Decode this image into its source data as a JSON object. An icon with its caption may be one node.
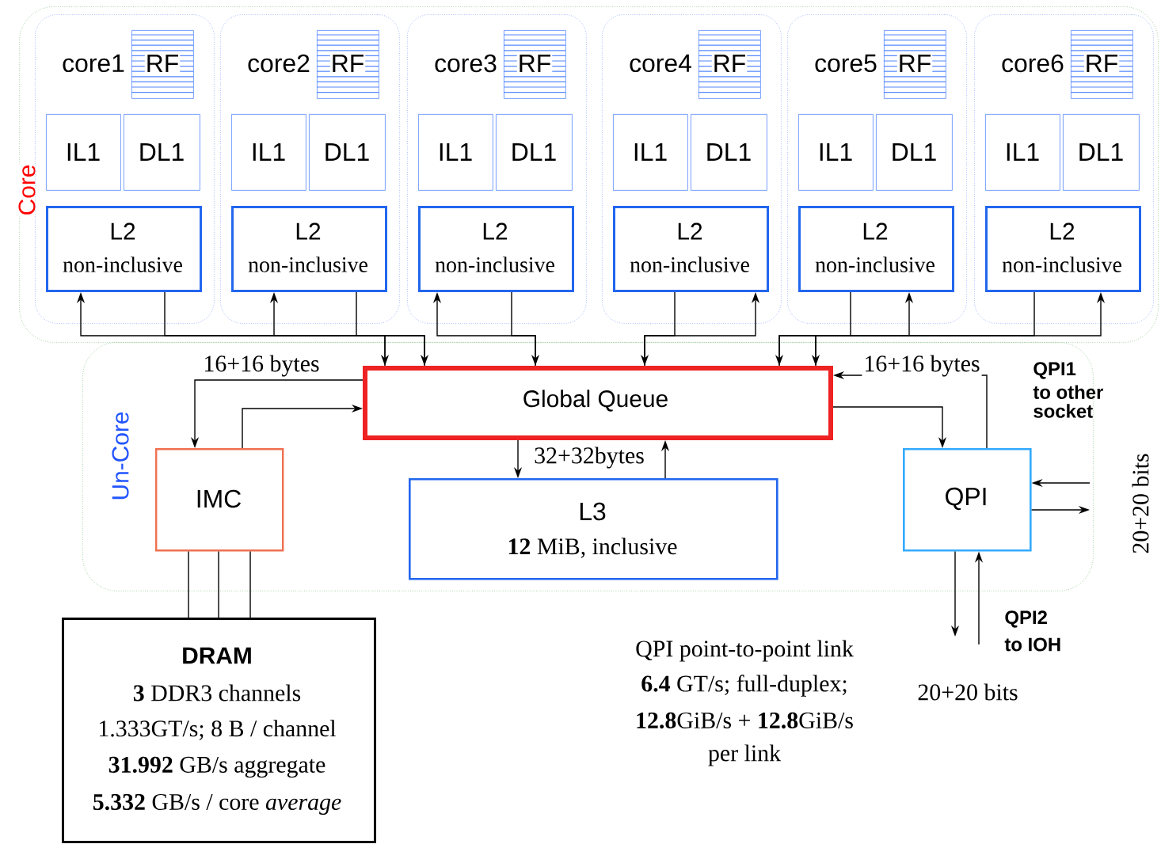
{
  "diagram": {
    "nodes": [
      {
        "text": [
          "Core"
        ]
      },
      {
        "text": [
          "core1"
        ],
        "in": 0
      },
      {
        "text": [
          "RF"
        ],
        "in": 1
      },
      {
        "text": [
          "IL1"
        ],
        "in": 1
      },
      {
        "text": [
          "DL1"
        ],
        "in": 1
      },
      {
        "text": [
          "L2",
          "non-inclusive"
        ],
        "in": 1
      },
      {
        "text": [
          "core2"
        ],
        "in": 0
      },
      {
        "text": [
          "RF"
        ],
        "in": 6
      },
      {
        "text": [
          "IL1"
        ],
        "in": 6
      },
      {
        "text": [
          "DL1"
        ],
        "in": 6
      },
      {
        "text": [
          "L2",
          "non-inclusive"
        ],
        "in": 6
      },
      {
        "text": [
          "core3"
        ],
        "in": 0
      },
      {
        "text": [
          "RF"
        ],
        "in": 11
      },
      {
        "text": [
          "IL1"
        ],
        "in": 11
      },
      {
        "text": [
          "DL1"
        ],
        "in": 11
      },
      {
        "text": [
          "L2",
          "non-inclusive"
        ],
        "in": 11
      },
      {
        "text": [
          "core4"
        ],
        "in": 0
      },
      {
        "text": [
          "RF"
        ],
        "in": 16
      },
      {
        "text": [
          "IL1"
        ],
        "in": 16
      },
      {
        "text": [
          "DL1"
        ],
        "in": 16
      },
      {
        "text": [
          "L2",
          "non-inclusive"
        ],
        "in": 16
      },
      {
        "text": [
          "core5"
        ],
        "in": 0
      },
      {
        "text": [
          "RF"
        ],
        "in": 21
      },
      {
        "text": [
          "IL1"
        ],
        "in": 21
      },
      {
        "text": [
          "DL1"
        ],
        "in": 21
      },
      {
        "text": [
          "L2",
          "non-inclusive"
        ],
        "in": 21
      },
      {
        "text": [
          "core6"
        ],
        "in": 0
      },
      {
        "text": [
          "RF"
        ],
        "in": 26
      },
      {
        "text": [
          "IL1"
        ],
        "in": 26
      },
      {
        "text": [
          "DL1"
        ],
        "in": 26
      },
      {
        "text": [
          "L2",
          "non-inclusive"
        ],
        "in": 26
      },
      {
        "text": [
          "Un-Core"
        ]
      },
      {
        "text": [
          "Global Queue"
        ],
        "in": 31
      },
      {
        "text": [
          "IMC"
        ],
        "in": 31
      },
      {
        "text": [
          "L3",
          "**12** MiB, inclusive"
        ],
        "in": 31
      },
      {
        "text": [
          "QPI"
        ],
        "in": 31
      },
      {
        "text": [
          "DRAM",
          "**3** DDR3 channels",
          "1.333GT/s; 8 B / channel",
          "**31.992** GB/s aggregate",
          "**5.332** GB/s / core *average*"
        ]
      }
    ],
    "edges": [
      {
        "from": 5,
        "to": 32,
        "arrow": "to"
      },
      {
        "from": 32,
        "to": 5,
        "arrow": "to"
      },
      {
        "from": 10,
        "to": 32,
        "arrow": "to"
      },
      {
        "from": 32,
        "to": 10,
        "arrow": "to"
      },
      {
        "from": 15,
        "to": 32,
        "arrow": "to"
      },
      {
        "from": 32,
        "to": 15,
        "arrow": "to"
      },
      {
        "from": 20,
        "to": 32,
        "arrow": "to"
      },
      {
        "from": 32,
        "to": 20,
        "arrow": "to"
      },
      {
        "from": 25,
        "to": 32,
        "arrow": "to"
      },
      {
        "from": 32,
        "to": 25,
        "arrow": "to"
      },
      {
        "from": 30,
        "to": 32,
        "arrow": "to"
      },
      {
        "from": 32,
        "to": 30,
        "arrow": "to"
      },
      {
        "from": 32,
        "to": 33,
        "arrow": "to",
        "label": "16+16 bytes"
      },
      {
        "from": 33,
        "to": 32,
        "arrow": "to"
      },
      {
        "from": 32,
        "to": 34,
        "arrow": "to",
        "label": "32+32bytes"
      },
      {
        "from": 34,
        "to": 32,
        "arrow": "to"
      },
      {
        "from": 32,
        "to": 35,
        "arrow": "to"
      },
      {
        "from": 35,
        "to": 32,
        "arrow": "to",
        "label": "16+16 bytes"
      },
      {
        "from": 33,
        "to": 36,
        "arrow": "none"
      },
      {
        "from": 33,
        "to": 36,
        "arrow": "none"
      },
      {
        "from": 33,
        "to": 36,
        "arrow": "none"
      },
      {
        "from": null,
        "to": 35,
        "arrow": "to"
      },
      {
        "from": 35,
        "to": null,
        "arrow": "to"
      },
      {
        "from": 35,
        "to": null,
        "arrow": "to"
      },
      {
        "from": null,
        "to": 35,
        "arrow": "to"
      }
    ],
    "labels": [
      "QPI1",
      "to other socket",
      "20+20 bits",
      "QPI2",
      "to IOH",
      "20+20 bits",
      "QPI point-to-point link",
      "**6.4** GT/s; full-duplex;",
      "**12.8**GiB/s + **12.8**GiB/s",
      "per link"
    ]
  }
}
